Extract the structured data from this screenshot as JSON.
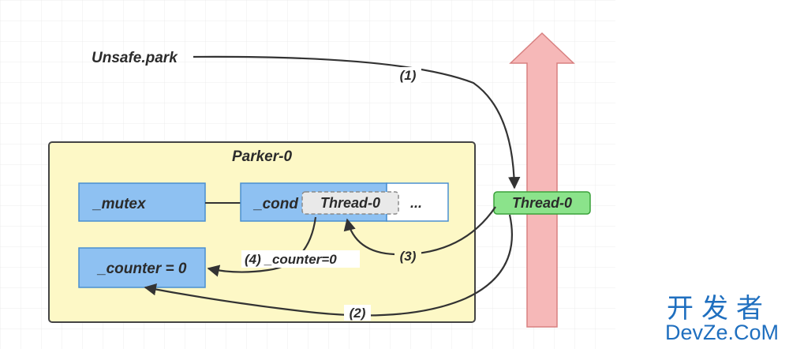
{
  "nodes": {
    "unsafe_park": "Unsafe.park",
    "parker": "Parker-0",
    "mutex": "_mutex",
    "cond": "_cond",
    "cond_thread": "Thread-0",
    "cond_more": "...",
    "counter": "_counter = 0",
    "thread": "Thread-0"
  },
  "edges": {
    "step1": "(1)",
    "step2": "(2)",
    "step3": "(3)",
    "step4": "(4) _counter=0"
  },
  "watermark": {
    "line1": "开发者",
    "line2": "DevZe.CoM"
  },
  "colors": {
    "parker_fill": "#fdf8c6",
    "box_fill": "#8ec1f2",
    "box_stroke": "#4a8fd0",
    "thread_fill": "#8be38b",
    "thread_stroke": "#3aa13a",
    "arrow_fill": "#f6b8b8",
    "arrow_stroke": "#d88080",
    "grid": "#ececec",
    "watermark": "#1f6fbf"
  }
}
